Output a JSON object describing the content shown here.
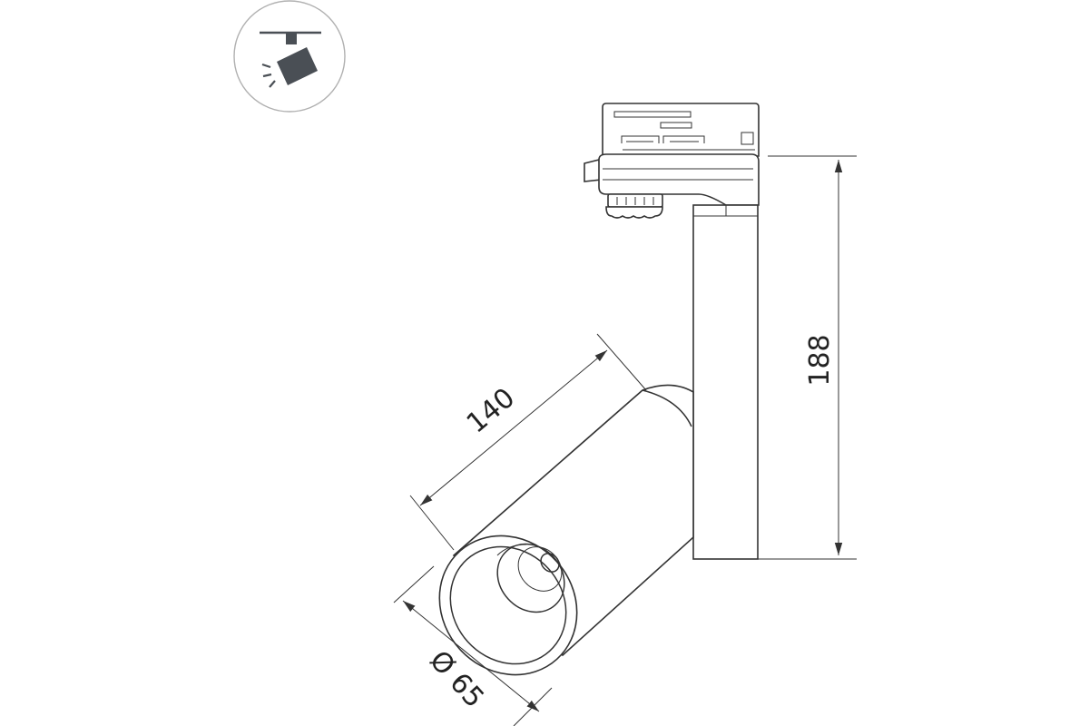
{
  "dimensions": {
    "height": "188",
    "length": "140",
    "diameter": "Ø 65"
  },
  "icon": {
    "name": "track-spotlight-icon"
  }
}
